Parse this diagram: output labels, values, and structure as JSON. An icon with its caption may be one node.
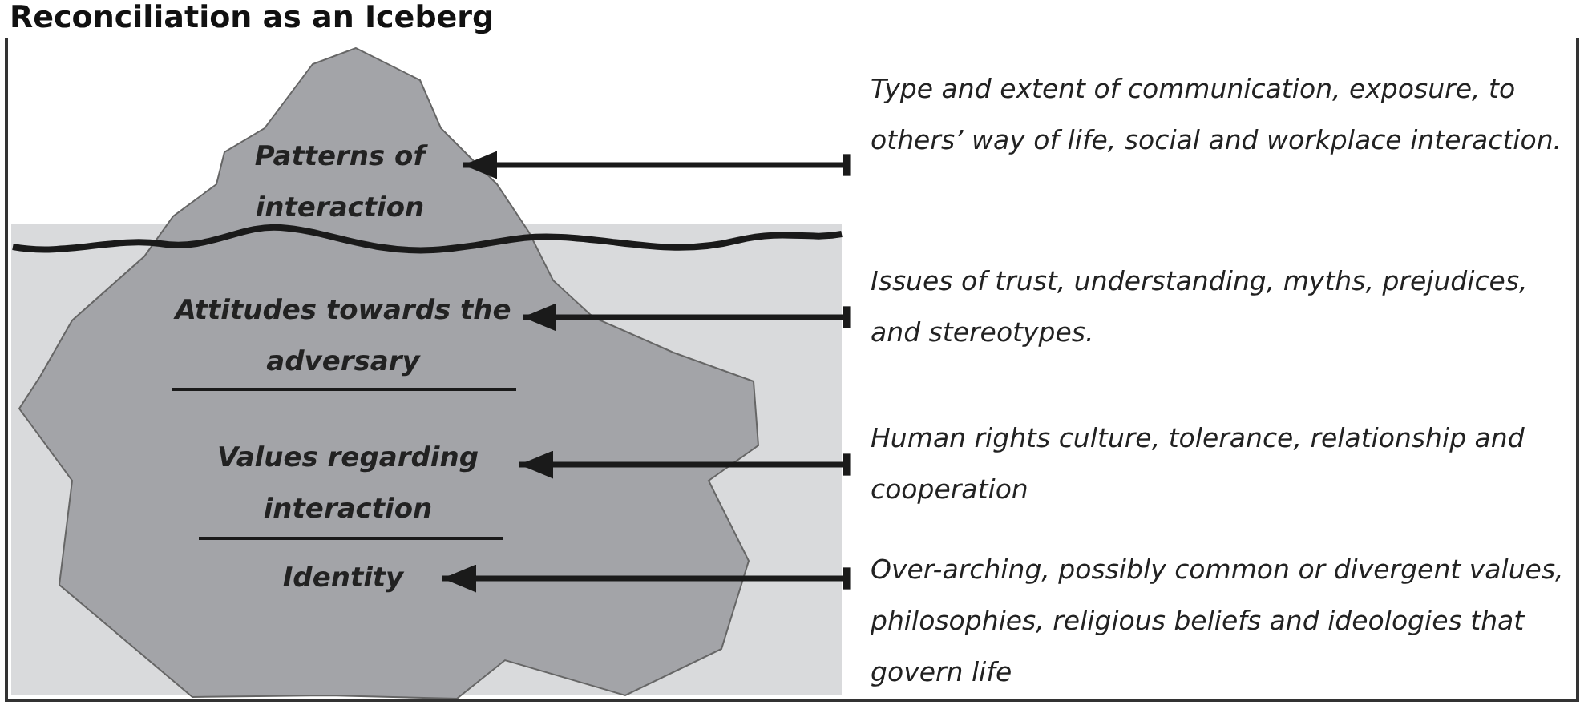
{
  "diagram": {
    "title": "Reconciliation as an Iceberg",
    "nodes": [
      {
        "text": [
          "Patterns of interaction"
        ]
      },
      {
        "text": [
          "Attitudes towards the adversary"
        ]
      },
      {
        "text": [
          "Values regarding interaction"
        ]
      },
      {
        "text": [
          "Identity"
        ]
      },
      {
        "text": [
          "Type and extent of communication, exposure, to others’ way of life, social and workplace interaction."
        ]
      },
      {
        "text": [
          "Issues of trust, understanding, myths, prejudices, and stereotypes."
        ]
      },
      {
        "text": [
          "Human rights culture, tolerance, relationship and cooperation"
        ]
      },
      {
        "text": [
          "Over-arching, possibly common or divergent values, philosophies, religious beliefs and ideologies that govern life"
        ]
      }
    ],
    "edges": [
      {
        "from": 4,
        "to": 0,
        "arrow": "to"
      },
      {
        "from": 5,
        "to": 1,
        "arrow": "to"
      },
      {
        "from": 6,
        "to": 2,
        "arrow": "to"
      },
      {
        "from": 7,
        "to": 3,
        "arrow": "to"
      }
    ]
  }
}
